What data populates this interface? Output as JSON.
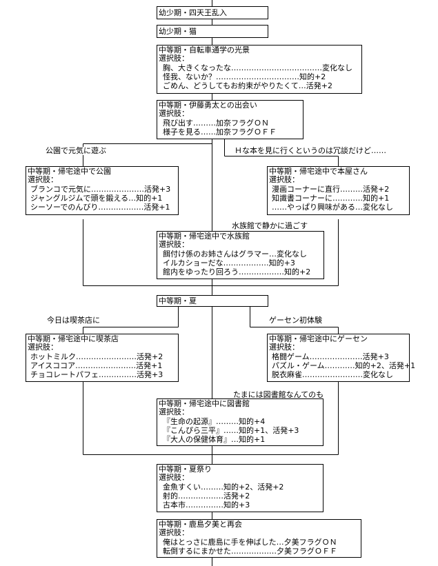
{
  "nodes": {
    "n1": {
      "title": "幼少期・四天王乱入"
    },
    "n2": {
      "title": "幼少期・猫"
    },
    "n3": {
      "title": "中等期・自転車通学の光景",
      "head": "選択肢：",
      "options": [
        "胸、大きくなったな………………………………変化なし",
        "怪我、ないか？……………………………知的+2",
        "ごめん、どうしてもお約束がやりたくて…活発+2"
      ]
    },
    "n4": {
      "title": "中等期・伊藤勇太との出会い",
      "head": "選択肢：",
      "options": [
        "飛び出す………加奈フラグＯＮ",
        "様子を見る……加奈フラグＯＦＦ"
      ]
    },
    "n5": {
      "title": "中等期・帰宅途中で公園",
      "head": "選択肢：",
      "options": [
        "ブランコで元気に…………………活発+3",
        "ジャングルジムで頭を鍛える…知的+1",
        "シーソーでのんびり………………活発+1"
      ]
    },
    "n6": {
      "title": "中等期・帰宅途中で本屋さん",
      "head": "選択肢：",
      "options": [
        "漫画コーナーに直行………活発+2",
        "知識書コーナーに…………知的+1",
        "……やっぱり興味がある…変化なし"
      ]
    },
    "n7": {
      "title": "中等期・帰宅途中で水族館",
      "head": "選択肢：",
      "options": [
        "餌付け係のお姉さんはグラマー…変化なし",
        "イルカショーだな………………知的+3",
        "館内をゆったり回ろう………………知的+2"
      ]
    },
    "n8": {
      "title": "中等期・夏"
    },
    "n9": {
      "title": "中等期・帰宅途中に喫茶店",
      "head": "選択肢：",
      "options": [
        "ホットミルク……………………活発+2",
        "アイスココア……………………活発+1",
        "チョコレートパフェ……………活発+3"
      ]
    },
    "n10": {
      "title": "中等期・帰宅途中にゲーセン",
      "head": "選択肢：",
      "options": [
        "格闘ゲーム…………………活発+3",
        "パズル・ゲーム…………知的+2、活発+1",
        "脱衣麻雀……………………変化なし"
      ]
    },
    "n11": {
      "title": "中等期・帰宅途中に図書館",
      "head": "選択肢：",
      "options": [
        "『生命の起源』………知的+4",
        "『こんぴら三平』……知的+1、活発+3",
        "『大人の保健体育』…知的+1"
      ]
    },
    "n12": {
      "title": "中等期・夏祭り",
      "head": "選択肢：",
      "options": [
        "金魚すくい………知的+2、活発+2",
        "射的………………活発+2",
        "古本市……………知的+3"
      ]
    },
    "n13": {
      "title": "中等期・鹿島夕美と再会",
      "head": "選択肢：",
      "options": [
        "俺はとっさに鹿島に手を伸ばした…夕美フラグＯＮ",
        "転倒するにまかせた………………夕美フラグＯＦＦ"
      ]
    }
  },
  "edge_labels": {
    "park": "公園で元気に遊ぶ",
    "bookstore": "Ｈな本を見に行くというのは冗談だけど……",
    "aquarium": "水族館で静かに過ごす",
    "cafe": "今日は喫茶店に",
    "arcade": "ゲーセン初体験",
    "library": "たまには図書館なんてのも"
  }
}
